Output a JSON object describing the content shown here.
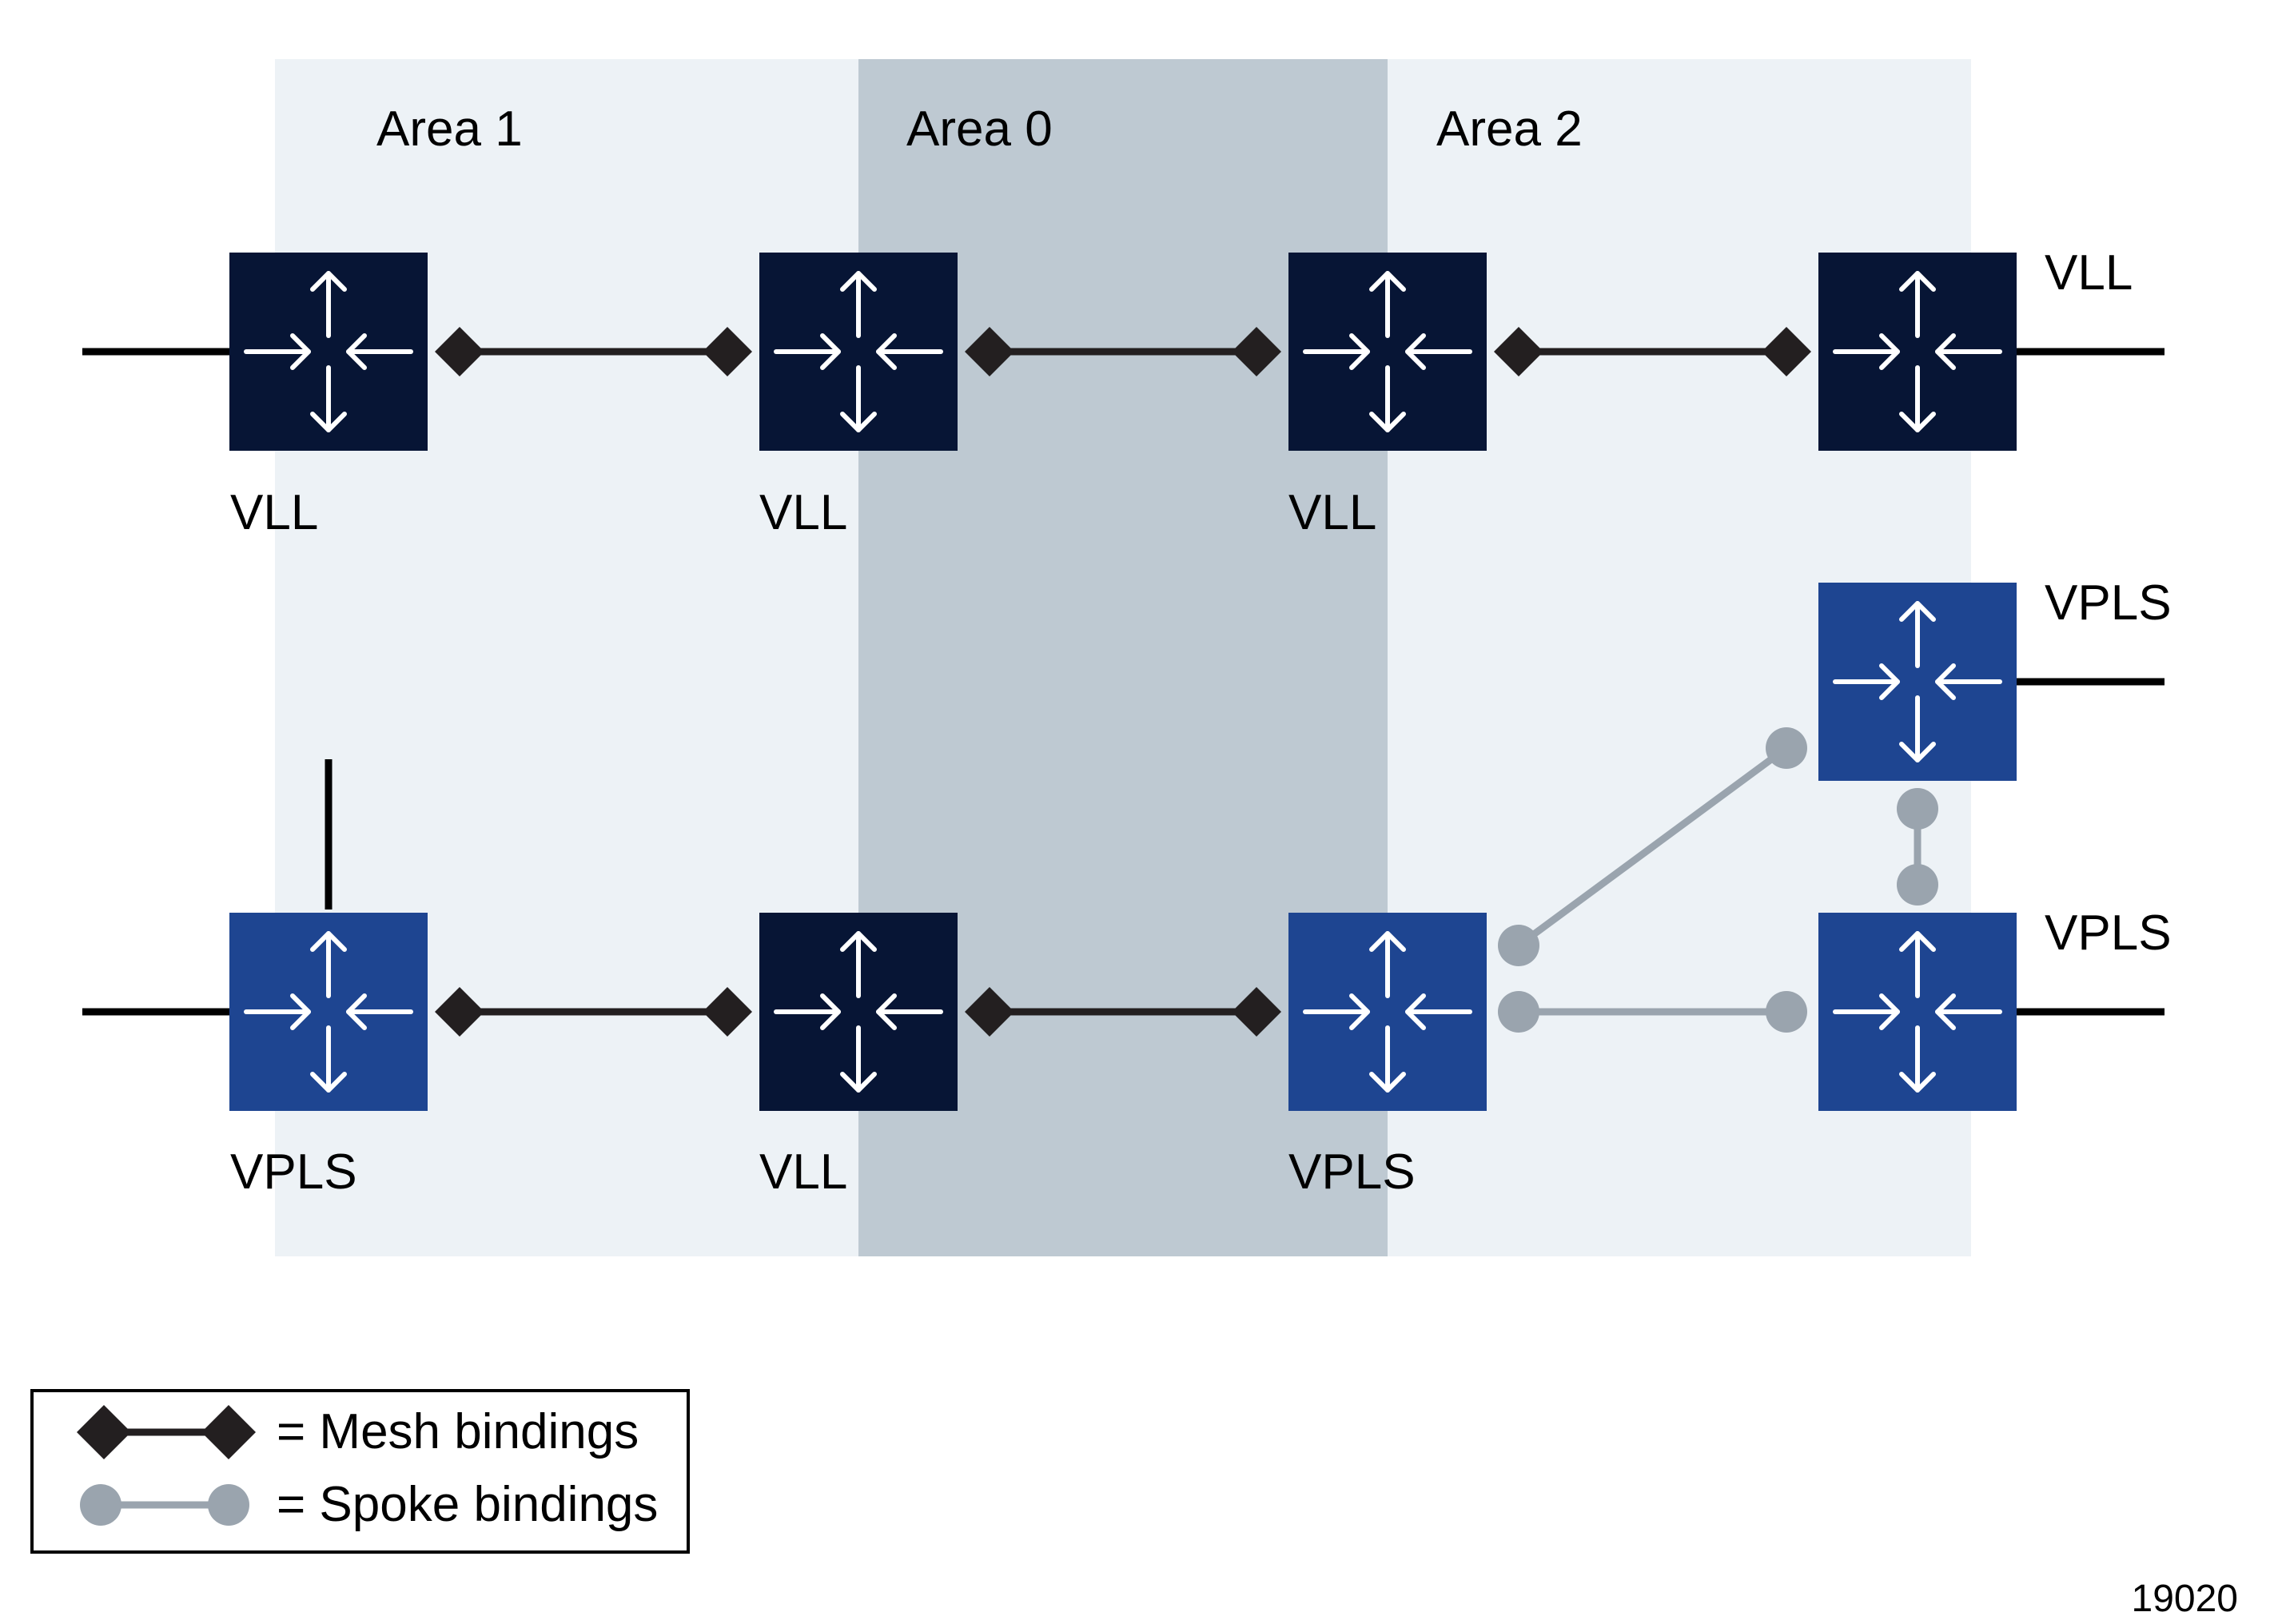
{
  "areas": [
    {
      "label": "Area 1",
      "color": "#edf2f6"
    },
    {
      "label": "Area 0",
      "color": "#bec9d2"
    },
    {
      "label": "Area 2",
      "color": "#edf2f6"
    }
  ],
  "routers": [
    {
      "id": "r1",
      "label": "VLL",
      "type": "VLL"
    },
    {
      "id": "r2",
      "label": "VLL",
      "type": "VLL"
    },
    {
      "id": "r3",
      "label": "VLL",
      "type": "VLL"
    },
    {
      "id": "r4",
      "label": "VLL",
      "type": "VLL"
    },
    {
      "id": "r5",
      "label": "VPLS",
      "type": "VPLS"
    },
    {
      "id": "r6",
      "label": "VLL",
      "type": "VLL"
    },
    {
      "id": "r7",
      "label": "VPLS",
      "type": "VPLS"
    },
    {
      "id": "r8",
      "label": "VPLS",
      "type": "VPLS"
    },
    {
      "id": "r9",
      "label": "VPLS",
      "type": "VPLS"
    }
  ],
  "bindings": [
    {
      "from": "r1",
      "to": "r2",
      "kind": "mesh"
    },
    {
      "from": "r2",
      "to": "r3",
      "kind": "mesh"
    },
    {
      "from": "r3",
      "to": "r4",
      "kind": "mesh"
    },
    {
      "from": "r5",
      "to": "r6",
      "kind": "mesh"
    },
    {
      "from": "r6",
      "to": "r7",
      "kind": "mesh"
    },
    {
      "from": "r7",
      "to": "r8",
      "kind": "spoke"
    },
    {
      "from": "r7",
      "to": "r9",
      "kind": "spoke"
    },
    {
      "from": "r8",
      "to": "r9",
      "kind": "spoke"
    }
  ],
  "legend": {
    "mesh": "= Mesh bindings",
    "spoke": "= Spoke bindings"
  },
  "figure_id": "19020",
  "colors": {
    "vll_router": "#071535",
    "vpls_router": "#1e4591",
    "mesh_line": "#231f20",
    "spoke_line": "#9aa4ae",
    "attachment_line": "#000000"
  }
}
